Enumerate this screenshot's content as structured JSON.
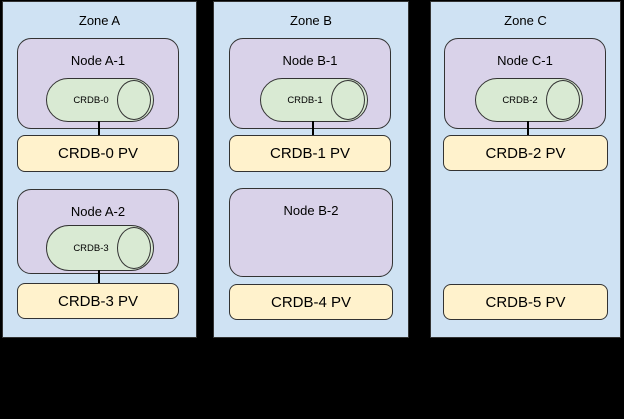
{
  "diagram": {
    "title_semantic": "CockroachDB zones / nodes / persistent volumes diagram",
    "background": "#000000",
    "colors": {
      "zone_fill": "#cfe2f3",
      "node_fill": "#d9d2e9",
      "pod_fill": "#d9ead3",
      "pv_fill": "#fff2cc",
      "stroke": "#333333",
      "connector": "#000000"
    },
    "zones": [
      {
        "label": "Zone A",
        "rows": [
          {
            "node_label": "Node A-1",
            "pod_label": "CRDB-0",
            "pv_label": "CRDB-0 PV",
            "connected": true
          },
          {
            "node_label": "Node A-2",
            "pod_label": "CRDB-3",
            "pv_label": "CRDB-3 PV",
            "connected": true
          }
        ]
      },
      {
        "label": "Zone B",
        "rows": [
          {
            "node_label": "Node B-1",
            "pod_label": "CRDB-1",
            "pv_label": "CRDB-1 PV",
            "connected": true
          },
          {
            "node_label": "Node B-2",
            "pod_label": "",
            "pv_label": "CRDB-4 PV",
            "connected": false
          }
        ]
      },
      {
        "label": "Zone C",
        "rows": [
          {
            "node_label": "Node C-1",
            "pod_label": "CRDB-2",
            "pv_label": "CRDB-2 PV",
            "connected": true
          },
          {
            "node_label": "",
            "pod_label": "",
            "pv_label": "CRDB-5 PV",
            "connected": false
          }
        ]
      }
    ]
  }
}
